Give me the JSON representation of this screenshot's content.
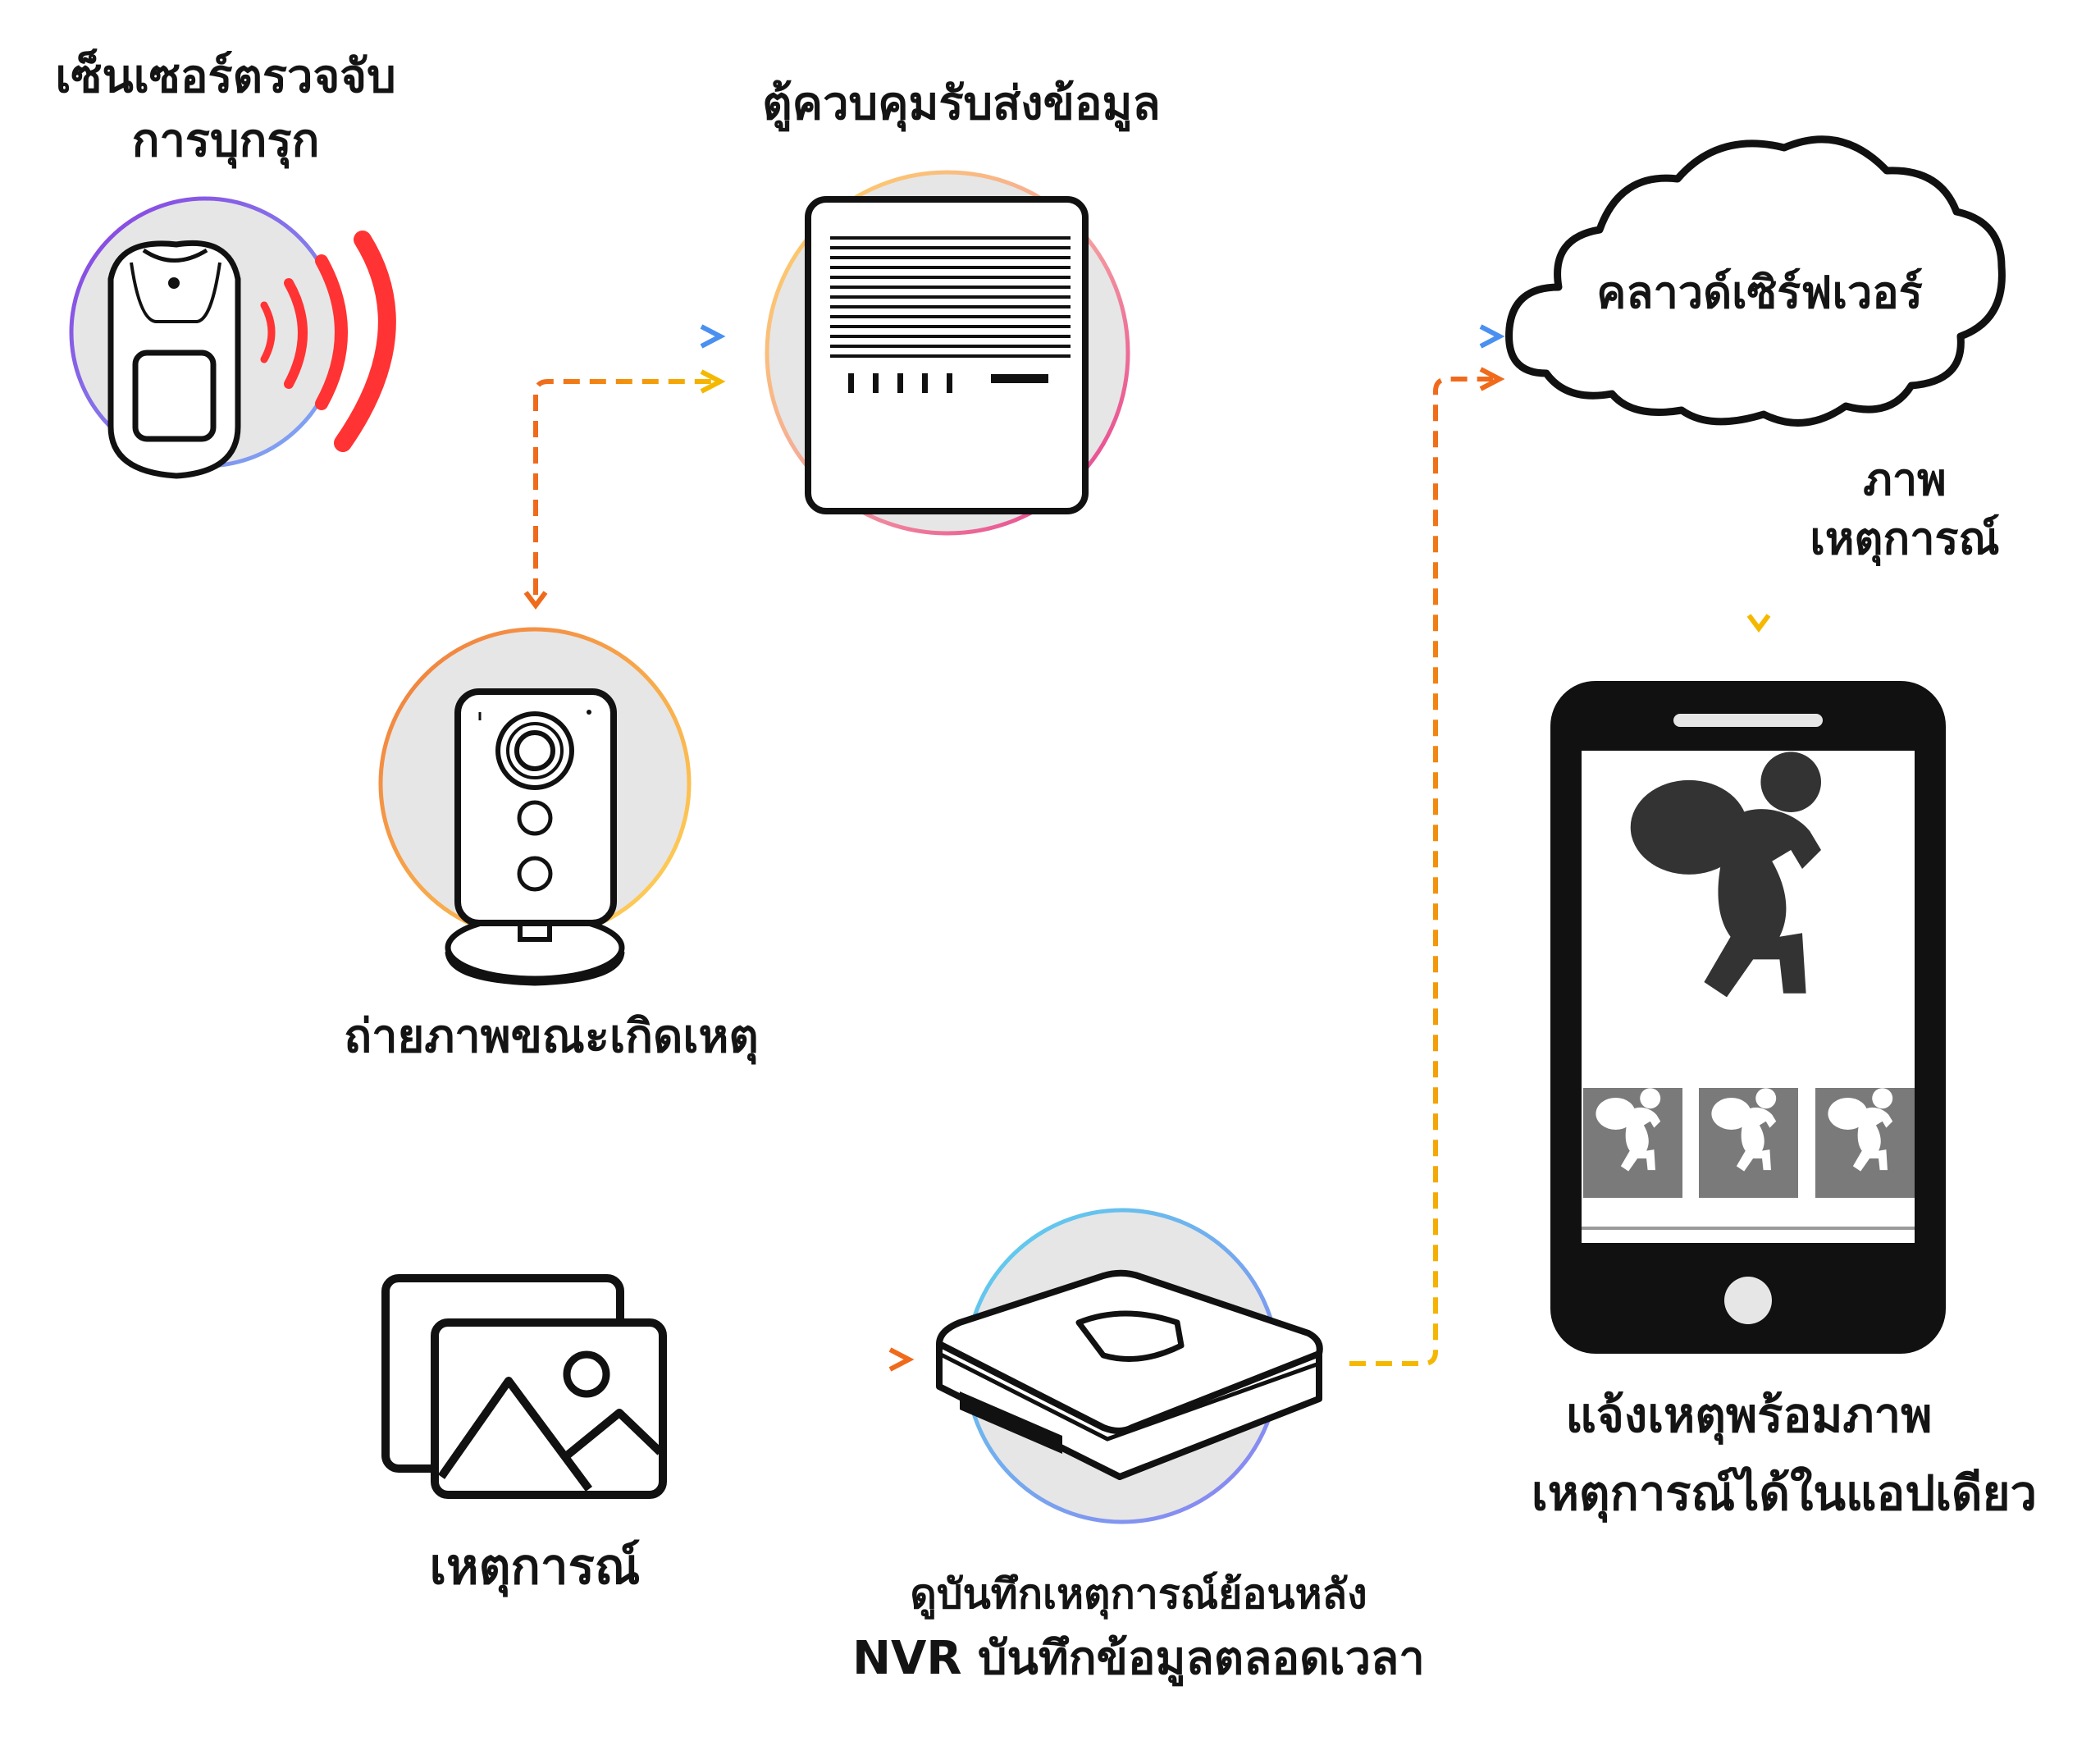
{
  "labels": {
    "sensor_line1": "เซ็นเซอร์ตรวจจับ",
    "sensor_line2": "การบุกรุก",
    "controller": "ตู้ควบคุมรับส่งข้อมูล",
    "cloud": "คลาวด์เซิร์ฟเวอร์",
    "event_image_line1": "ภาพ",
    "event_image_line2": "เหตุการณ์",
    "camera": "ถ่ายภาพขณะเกิดเหตุ",
    "event": "เหตุการณ์",
    "nvr_line1": "ดูบันทึกเหตุการณ์ย้อนหลัง",
    "nvr_line2": "NVR บันทึกข้อมูลตลอดเวลา",
    "phone_line1": "แจ้งเหตุพร้อมภาพ",
    "phone_line2": "เหตุการณ์ได้ในแอปเดียว"
  },
  "icons": {
    "sensor": "motion-sensor-icon",
    "controller": "control-box-icon",
    "cloud": "cloud-icon",
    "camera": "security-camera-icon",
    "event": "image-gallery-icon",
    "nvr": "nvr-recorder-icon",
    "phone": "smartphone-icon",
    "thief": "thief-icon"
  },
  "colors": {
    "signal_red": "#ff3333",
    "arrow_purple": "#7a2bd6",
    "arrow_blue": "#4a90f0",
    "arrow_orange": "#f06a1c",
    "arrow_yellow": "#f5b800",
    "disc_fill": "#e6e6e6",
    "thumb_fill": "#7a7a7a"
  }
}
